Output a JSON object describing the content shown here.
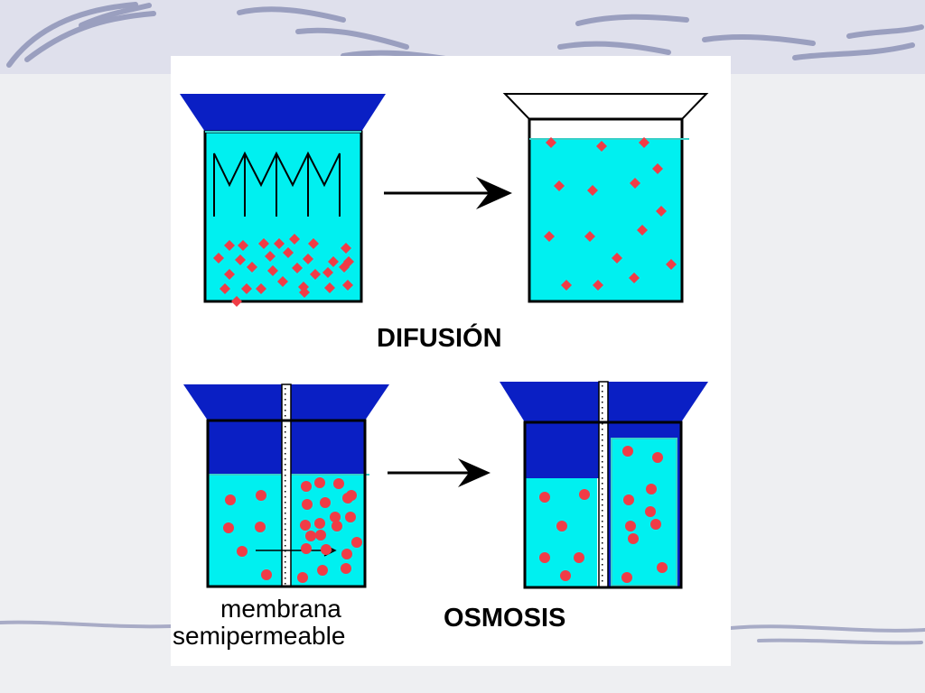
{
  "labels": {
    "diffusion": "DIFUSIÓN",
    "osmosis": "OSMOSIS",
    "membrane_line1": "membrana",
    "membrane_line2": "semipermeable"
  },
  "colors": {
    "rim": "#0a1fc4",
    "water": "#00f0f0",
    "particle": "#f03c46",
    "outline": "#000000",
    "background": "#eeeff2",
    "streak": "#8a8fb4"
  }
}
